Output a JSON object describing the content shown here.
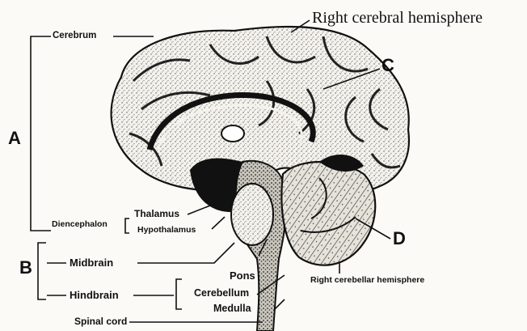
{
  "labels": {
    "right_cerebral_hemisphere": "Right cerebral hemisphere",
    "cerebrum": "Cerebrum",
    "a": "A",
    "b": "B",
    "c": "C",
    "d": "D",
    "diencephalon": "Diencephalon",
    "thalamus": "Thalamus",
    "hypothalamus": "Hypothalamus",
    "midbrain": "Midbrain",
    "hindbrain": "Hindbrain",
    "pons": "Pons",
    "cerebellum": "Cerebellum",
    "medulla": "Medulla",
    "spinal_cord": "Spinal cord",
    "right_cerebellar_hemisphere": "Right cerebellar hemisphere"
  }
}
